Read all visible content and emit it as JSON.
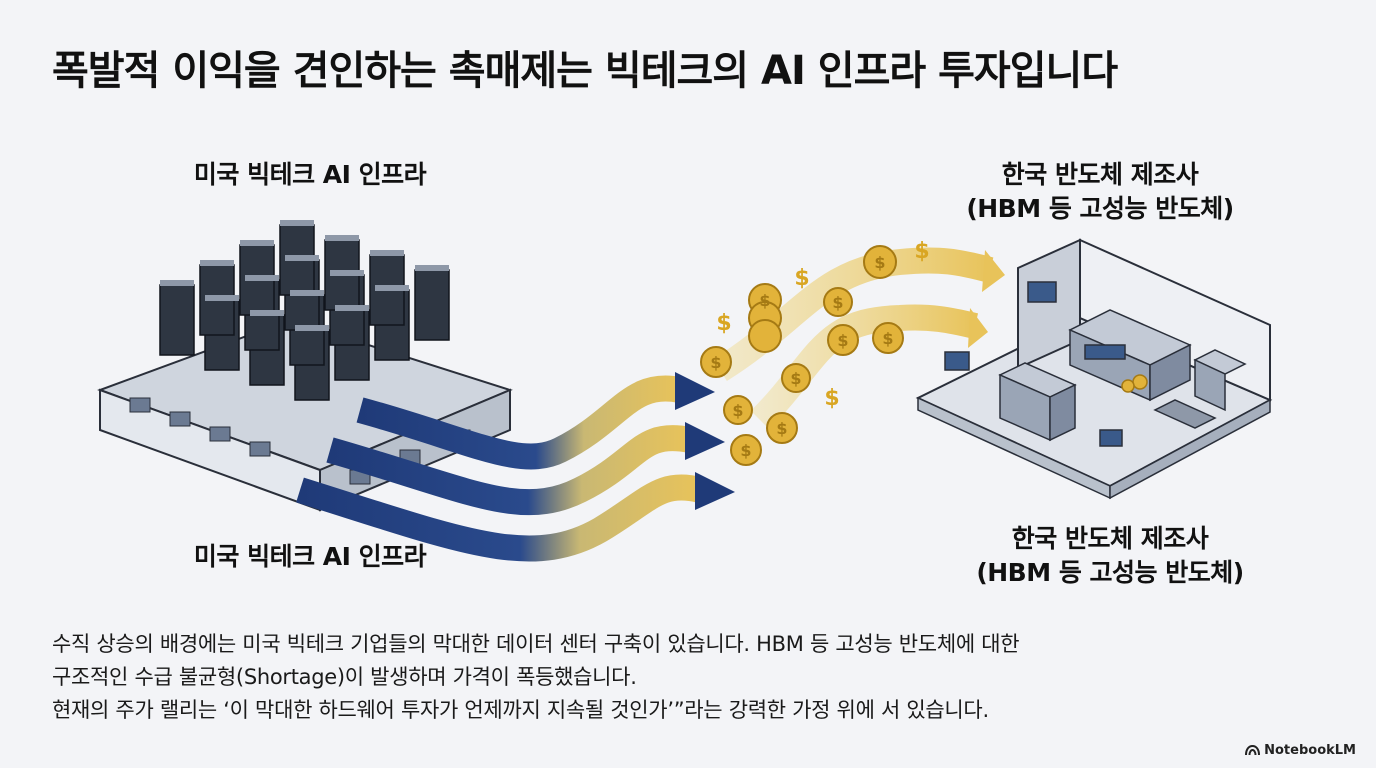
{
  "title": "폭발적 이익을 견인하는 촉매제는 빅테크의 AI 인프라 투자입니다",
  "source_label_top": "미국 빅테크 AI 인프라",
  "source_label_bottom": "미국 빅테크 AI 인프라",
  "dest_label_top": {
    "line1": "한국 반도체 제조사",
    "line2": "(HBM 등 고성능 반도체)"
  },
  "dest_label_bottom": {
    "line1": "한국 반도체 제조사",
    "line2": "(HBM 등 고성능 반도체)"
  },
  "coin_symbol": "$",
  "body": {
    "line1": "수직 상승의 배경에는 미국 빅테크 기업들의 막대한 데이터 센터 구축이 있습니다. HBM 등 고성능 반도체에 대한",
    "line2": "구조적인 수급 불균형(Shortage)이 발생하며 가격이 폭등했습니다.",
    "line3": "현재의 주가 랠리는 ‘이 막대한 하드웨어 투자가 언제까지 지속될 것인가’”라는 강력한 가정 위에 서 있습니다."
  },
  "brand": "NotebookLM",
  "colors": {
    "arrow_navy": "#1f3a78",
    "arrow_gold": "#e8c35a",
    "coin_gold": "#e2b33a"
  },
  "icons": {
    "data_center": "datacenter-building-illustration",
    "factory": "semiconductor-fab-illustration",
    "coins": "dollar-coin-icon",
    "brand": "notebooklm-logo-icon"
  }
}
